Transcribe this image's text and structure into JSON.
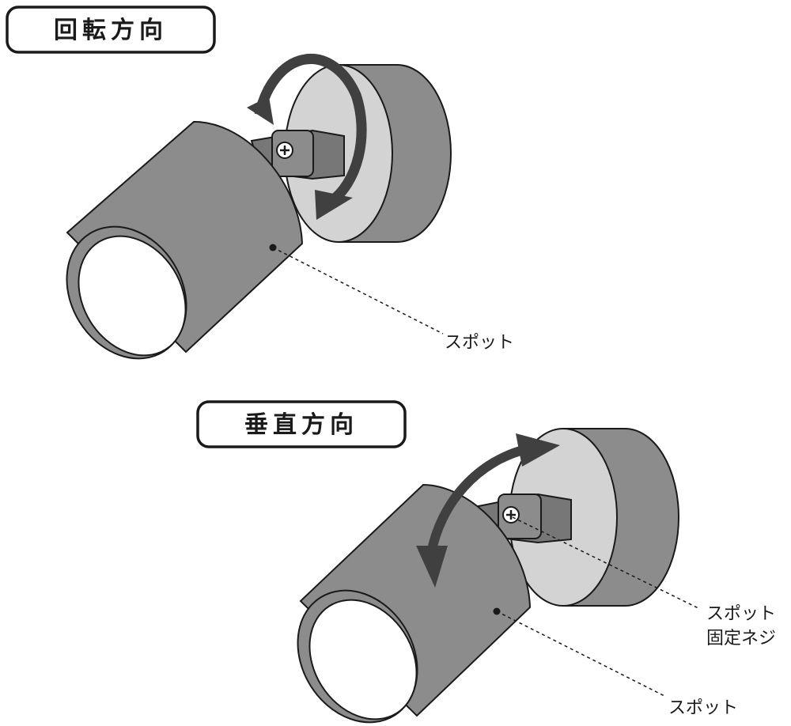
{
  "colors": {
    "body": "#8c8c8c",
    "bracket": "#777777",
    "plate": "#d3d3d3",
    "arrow": "#404040",
    "line": "#1a1a1a",
    "lens": "#ffffff"
  },
  "section_rotation": {
    "title": "回転方向",
    "label_spot": "スポット"
  },
  "section_vertical": {
    "title": "垂直方向",
    "label_screw_line1": "スポット",
    "label_screw_line2": "固定ネジ",
    "label_spot": "スポット"
  }
}
